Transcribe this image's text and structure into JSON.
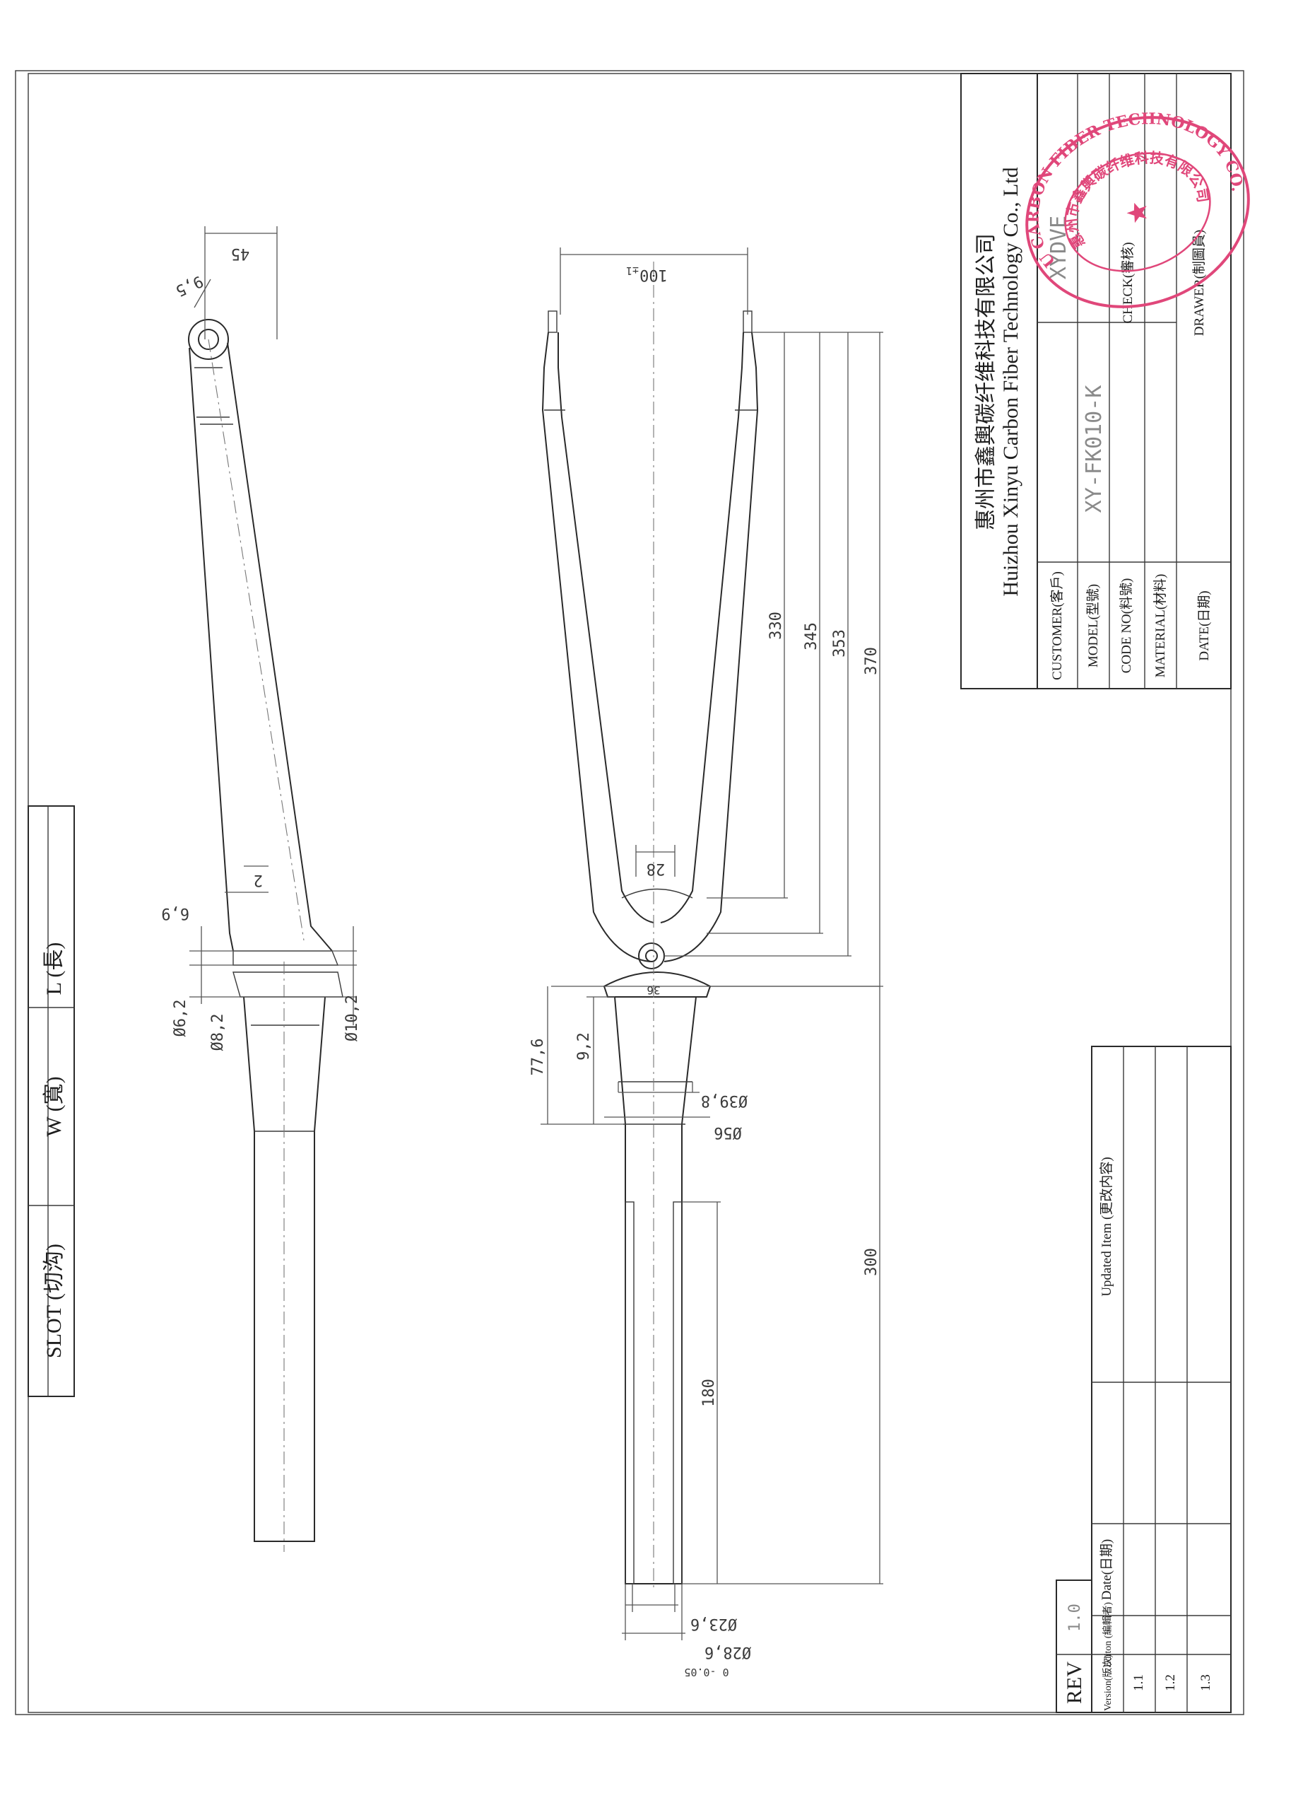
{
  "slot_table": {
    "slot": "SLOT (切沟)",
    "width": "W (寬)",
    "length": "L (長)"
  },
  "dimensions": {
    "d45": "45",
    "d9_5": "9,5",
    "d100": "100",
    "d100_tol": "±1",
    "d330": "330",
    "d345": "345",
    "d353": "353",
    "d370": "370",
    "d28": "28",
    "d6_9": "6,9",
    "d2": "2",
    "d6_2": "Ø6,2",
    "d8_2": "Ø8,2",
    "d10_2": "Ø10,2",
    "d77_6": "77,6",
    "d9_2": "9,2",
    "d39_8": "Ø39,8",
    "d56": "Ø56",
    "d300": "300",
    "d180": "180",
    "d23_6": "Ø23,6",
    "d28_6": "Ø28,6",
    "d28_6_tol": "0 -0.05",
    "d36": "36"
  },
  "title_block": {
    "company_cn": "惠州市鑫輿碳纤维科技有限公司",
    "company_en": "Huizhou Xinyu Carbon Fiber Technology Co., Ltd",
    "customer_label": "CUSTOMER(客戶)",
    "customer_value": "XYDVE",
    "model_label": "MODEL(型號)",
    "model_value": "XY-FK010-K",
    "code_label": "CODE NO(料號)",
    "material_label": "MATERIAL(材料)",
    "date_label": "DATE(日期)",
    "check_label": "CHECK(審核)",
    "drawer_label": "DRAWER(制圖員)"
  },
  "revision_table": {
    "rev": "REV",
    "rev_value": "1.0",
    "version_header": "Version(版次)",
    "edition_header": "Editon (編輯者)",
    "date_header": "Date(日期)",
    "updated_header": "Updated Item   (更改内容)",
    "versions": [
      "1.1",
      "1.2",
      "1.3"
    ]
  },
  "stamp": {
    "outer_text": "XINYU CARBON FIBER TECHNOLOGY CO., LTD.",
    "inner_text": "惠州市鑫輿碳纤维科技有限公司"
  },
  "colors": {
    "line": "#2a2a2a",
    "stamp": "#e0477a"
  }
}
